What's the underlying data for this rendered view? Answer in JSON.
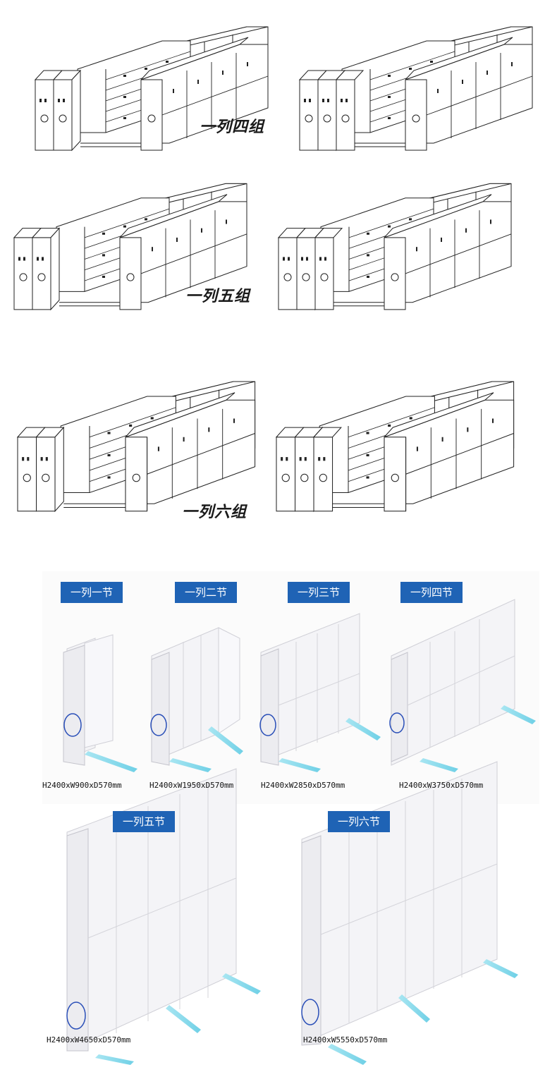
{
  "top_section": {
    "captions": [
      "一列四组",
      "一列五组",
      "一列六组"
    ]
  },
  "bottom_section": {
    "items": [
      {
        "badge": "一列一节",
        "spec": "H2400xW900xD570mm"
      },
      {
        "badge": "一列二节",
        "spec": "H2400xW1950xD570mm"
      },
      {
        "badge": "一列三节",
        "spec": "H2400xW2850xD570mm"
      },
      {
        "badge": "一列四节",
        "spec": "H2400xW3750xD570mm"
      },
      {
        "badge": "一列五节",
        "spec": "H2400xW4650xD570mm"
      },
      {
        "badge": "一列六节",
        "spec": "H2400xW5550xD570mm"
      }
    ]
  },
  "colors": {
    "badge": "#1f63b5",
    "rail": "#7fd8e8",
    "logo": "#2a4fb8"
  }
}
